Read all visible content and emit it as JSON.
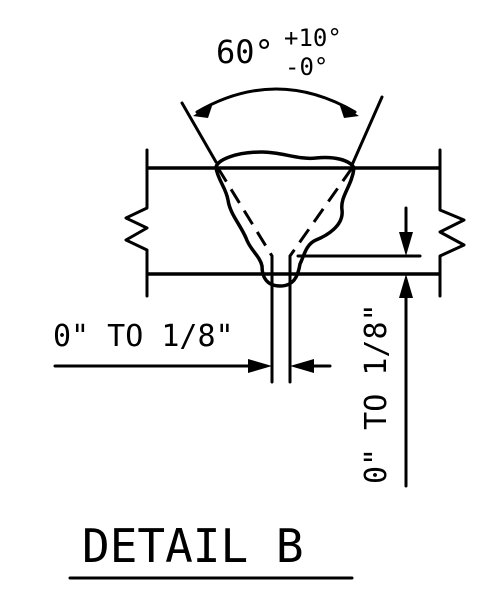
{
  "bevel_angle": {
    "base": "60°",
    "plus": "+10°",
    "minus": "-0°"
  },
  "gap_dimension": "0\" TO 1/8\"",
  "root_face_dimension": "0\" TO 1/8\"",
  "detail_title": "DETAIL B"
}
